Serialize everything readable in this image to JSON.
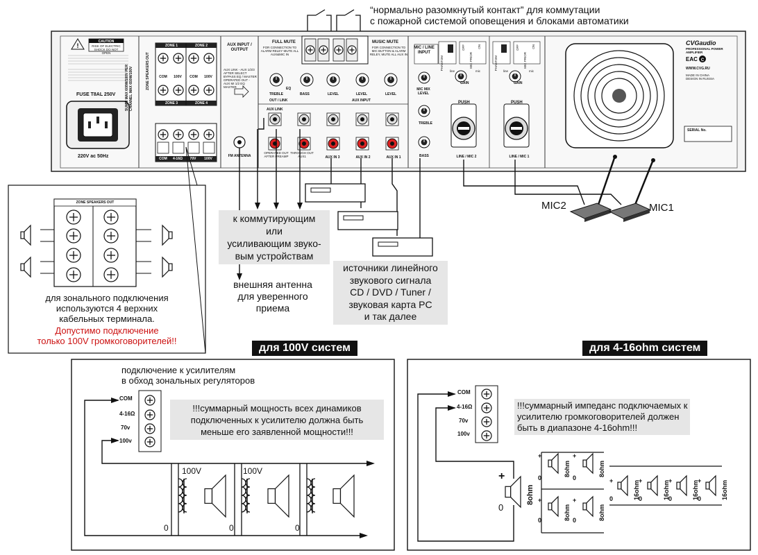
{
  "top_note": {
    "line1": "“нормально разомкнутый контакт” для коммутации",
    "line2": "с пожарной системой оповещения и блоками автоматики"
  },
  "panel": {
    "caution": "CAUTION",
    "caution_sub": "RISK OF ELECTRIC SHOCK DO NOT OPEN",
    "fuse": "FUSE T8AL 250V",
    "mains": "220V ac 50Hz",
    "zone_speakers_out": "ZONE SPEAKERS OUT",
    "zone1": "ZONE 1",
    "zone2": "ZONE 2",
    "zone3": "ZONE 3",
    "zone4": "ZONE 4",
    "com": "COM",
    "v100": "100V",
    "ohm": "4-16Ω",
    "v70": "70V",
    "sum_max": "SUMM MAX 600W/100V PER CHANNEL MAX 650W/100V",
    "aux_io": "AUX INPUT / OUTPUT",
    "aux_io_desc": "AUX LINK - AUX 1/2/3 AFTER SELECT BYPASS EQ / MASTER",
    "aux_io_desc2": "OPERATED OUT - AUX MI 1/2 EQ MASTER",
    "fm_antenna": "FM ANTENNA",
    "full_mute": "FULL MUTE",
    "full_mute_desc": "FOR CONNECTION TO ALARM RELEY MUTE ALL AUX&MIC IN",
    "music_mute": "MUSIC MUTE",
    "music_mute_desc": "FOR CONNECTION TO MIC BUTTON & ALARM RELEY, MUTE ALL AUX IN",
    "treble": "TREBLE",
    "bass": "BASS",
    "eq": "EQ",
    "level": "LEVEL",
    "out_link": "OUT / LINK",
    "aux_input": "AUX INPUT",
    "aux_link": "AUX LINK",
    "operated_out": "OPERATED OUT AFTER PREAMP",
    "through_out": "THROUGH OUT AUX1",
    "aux3": "AUX IN 3",
    "aux2": "AUX IN 2",
    "aux1": "AUX IN 1",
    "mic_line_input": "MIC / LINE INPUT",
    "mic_mix_level": "MIC MIX LEVEL",
    "gain": "GAIN",
    "line": "line",
    "mic": "mic",
    "push": "PUSH",
    "phantom": "PHANTOM",
    "mic_prior": "MIC PRIOR",
    "off": "OFF",
    "on": "ON",
    "line_mic2": "LINE / MIC 2",
    "line_mic1": "LINE / MIC 1",
    "brand": "CVGaudio",
    "brand_sub": "PROFESSIONAL POWER AMPLIFIER",
    "website": "WWW.CVG.RU",
    "made_in": "MADE IN CHINA DESIGN IN RUSSIA",
    "serial": "SERIAL No."
  },
  "mic_labels": {
    "mic2": "MIC2",
    "mic1": "MIC1"
  },
  "captions": {
    "switching": "к коммутирующим\nили\nусиливающим звуко-\nвым устройствам",
    "antenna": "внешняя антенна\nдля уверенного\nприема",
    "sources": "источники линейного\nзвукового сигнала\nCD / DVD / Tuner /\nзвуковая карта PC\nи так далее"
  },
  "zone_inset": {
    "title": "ZONE SPEAKERS OUT",
    "text": "для зонального подключения\nиспользуются 4 верхних\nкабельных терминала.",
    "warning": "Допустимо подключение\nтолько 100V громкоговорителей!!"
  },
  "sys100": {
    "header": "для 100V систем",
    "bypass": "подключение к усилителям\nв обход зональных регуляторов",
    "note": "!!!суммарный мощность всех динамиков\nподключенных к усилителю должна быть\nменьше его заявленной мощности!!!",
    "terminals": [
      "COM",
      "4-16Ω",
      "70v",
      "100v"
    ],
    "tap": "100V",
    "zero": "0"
  },
  "sys16": {
    "header": "для 4-16ohm систем",
    "note": "!!!суммарный импеданс подключаемых к\nусилителю громкоговорителей должен\nбыть в диапазоне 4-16ohm!!!",
    "terminals": [
      "COM",
      "4-16Ω",
      "70v",
      "100v"
    ],
    "ohm8": "8ohm",
    "ohm16": "16ohm",
    "plus": "+",
    "zero": "0"
  },
  "colors": {
    "warning": "#cc1111",
    "note_bg": "#e6e6e6",
    "panel_bg": "#f2f2f2"
  }
}
